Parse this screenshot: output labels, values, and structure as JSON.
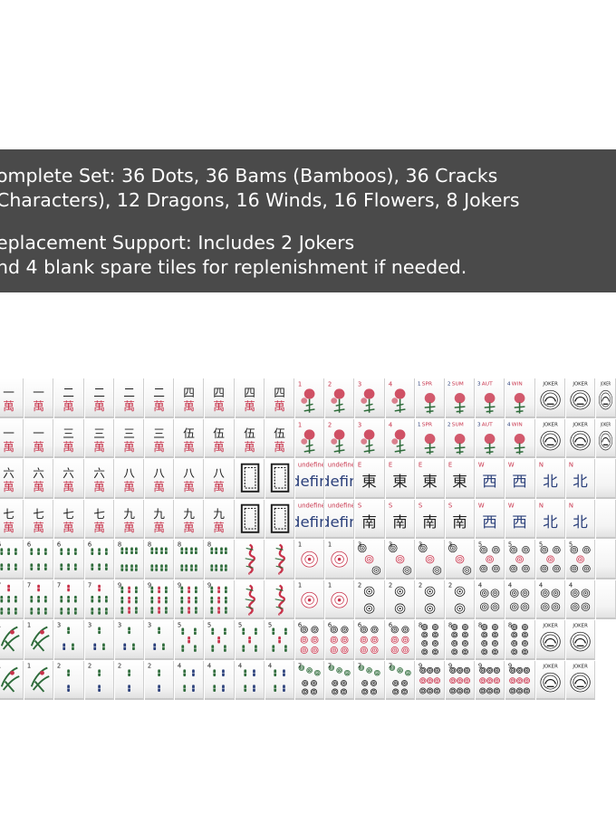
{
  "banner": {
    "line1": "omplete Set: 36 Dots, 36 Bams (Bamboos), 36 Cracks",
    "line2": "Characters), 12 Dragons, 16 Winds, 16 Flowers, 8 Jokers",
    "line3": "eplacement Support: Includes 2 Jokers",
    "line4": "nd 4 blank spare tiles for replenishment if needed."
  },
  "colors": {
    "banner_bg": "#4a4a4a",
    "banner_text": "#ffffff",
    "tile_red": "#c8324a",
    "tile_green": "#2e6b3a",
    "tile_blue": "#2a3f7a",
    "tile_black": "#1e1e1e"
  },
  "tiles": [
    [
      "c1",
      "c1",
      "c2",
      "c2",
      "c2",
      "c2",
      "c4",
      "c4",
      "c4",
      "c4",
      "f1",
      "f2",
      "f3",
      "f4",
      "s1",
      "s2",
      "s3",
      "s4",
      "jk",
      "jk",
      "jk"
    ],
    [
      "c1",
      "c1",
      "c3",
      "c3",
      "c3",
      "c3",
      "c5",
      "c5",
      "c5",
      "c5",
      "f1",
      "f2",
      "f3",
      "f4",
      "s1",
      "s2",
      "s3",
      "s4",
      "jk",
      "jk",
      "jk"
    ],
    [
      "c6",
      "c6",
      "c6",
      "c6",
      "c8",
      "c8",
      "c8",
      "c8",
      "gd",
      "gd",
      "wd",
      "wd",
      "we",
      "we",
      "we",
      "we",
      "ww",
      "ww",
      "wn",
      "wn",
      "blank"
    ],
    [
      "c7",
      "c7",
      "c7",
      "c7",
      "c9",
      "c9",
      "c9",
      "c9",
      "gd",
      "gd",
      "wd",
      "wd",
      "ws",
      "ws",
      "ws",
      "ws",
      "ww",
      "ww",
      "wn",
      "wn",
      "blank"
    ],
    [
      "b6",
      "b6",
      "b6",
      "b6",
      "b8",
      "b8",
      "b8",
      "b8",
      "rd",
      "rd",
      "d1",
      "d1",
      "d3",
      "d3",
      "d3",
      "d3",
      "d5",
      "d5",
      "d5",
      "d5",
      "blank"
    ],
    [
      "b7",
      "b7",
      "b7",
      "b7",
      "b9",
      "b9",
      "b9",
      "b9",
      "rd",
      "rd",
      "d1",
      "d1",
      "d2",
      "d2",
      "d2",
      "d2",
      "d4",
      "d4",
      "d4",
      "d4",
      "blank"
    ],
    [
      "b1",
      "b1",
      "b3",
      "b3",
      "b3",
      "b3",
      "b5",
      "b5",
      "b5",
      "b5",
      "d6",
      "d6",
      "d6",
      "d6",
      "d8",
      "d8",
      "d8",
      "d8",
      "jk",
      "jk"
    ],
    [
      "b1",
      "b1",
      "b2",
      "b2",
      "b2",
      "b2",
      "b4",
      "b4",
      "b4",
      "b4",
      "d7",
      "d7",
      "d7",
      "d7",
      "d9",
      "d9",
      "d9",
      "d9",
      "jk",
      "jk"
    ]
  ],
  "glyphs": {
    "c1": "一",
    "c2": "二",
    "c3": "三",
    "c4": "四",
    "c5": "伍",
    "c6": "六",
    "c7": "七",
    "c8": "八",
    "c9": "九",
    "wan": "萬",
    "we": "東",
    "ws": "南",
    "ww": "西",
    "wn": "北",
    "we_letter": "E",
    "ws_letter": "S",
    "ww_letter": "W",
    "wn_letter": "N",
    "s1": "SPR",
    "s2": "SUM",
    "s3": "AUT",
    "s4": "WIN",
    "joker": "JOKER"
  }
}
